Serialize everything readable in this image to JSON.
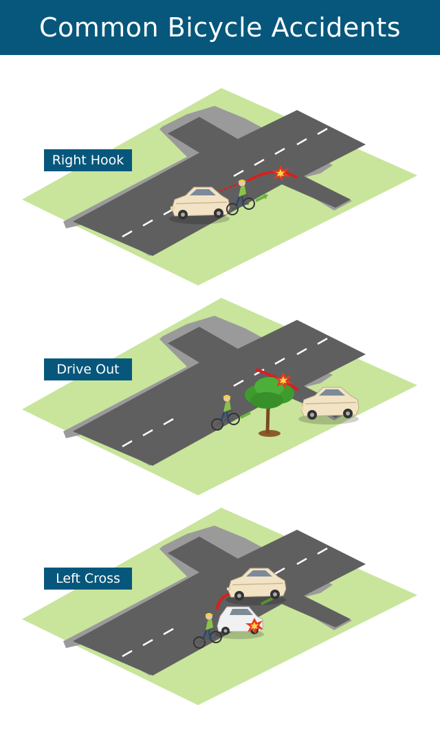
{
  "header": {
    "title": "Common Bicycle Accidents"
  },
  "colors": {
    "banner": "#07577c",
    "grass": "#c8e59b",
    "curb": "#9a9a9a",
    "road": "#5f5f5f",
    "lane_marking": "#ffffff",
    "impact_arrow": "#d8201c",
    "travel_arrow": "#6cb33f"
  },
  "scenes": [
    {
      "label": "Right Hook",
      "icons": [
        "car-icon",
        "bicycle-icon",
        "collision-icon"
      ]
    },
    {
      "label": "Drive Out",
      "icons": [
        "bicycle-icon",
        "tree-icon",
        "car-icon",
        "collision-icon"
      ]
    },
    {
      "label": "Left Cross",
      "icons": [
        "car-icon",
        "car-icon",
        "bicycle-icon",
        "collision-icon"
      ]
    }
  ]
}
